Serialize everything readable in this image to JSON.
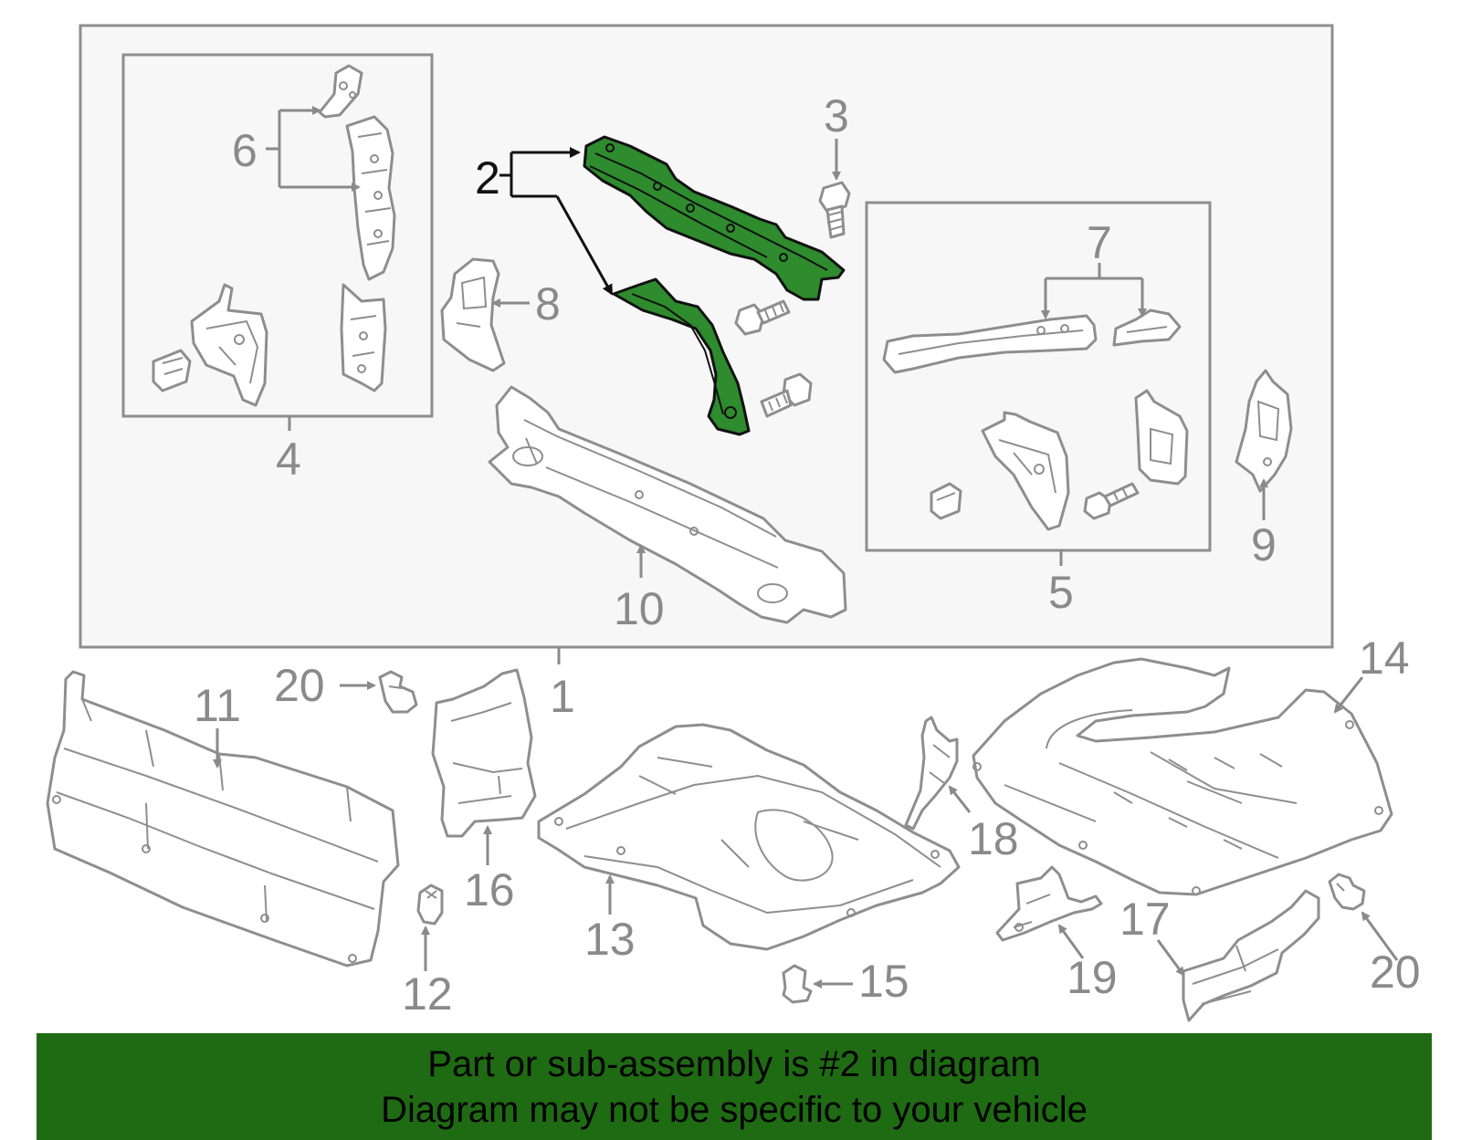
{
  "colors": {
    "highlight_fill": "#2e8b2e",
    "banner_background": "#1f6b13",
    "line_gray": "#8e8e8e",
    "panel_background": "#f7f7f7"
  },
  "callouts": {
    "c1": "1",
    "c2": "2",
    "c3": "3",
    "c4": "4",
    "c5": "5",
    "c6": "6",
    "c7": "7",
    "c8": "8",
    "c9": "9",
    "c10": "10",
    "c11": "11",
    "c12": "12",
    "c13": "13",
    "c14": "14",
    "c15": "15",
    "c16": "16",
    "c17": "17",
    "c18": "18",
    "c19": "19",
    "c20_left": "20",
    "c20_right": "20"
  },
  "highlighted_part": "2",
  "banner": {
    "line1": "Part or sub-assembly is #2 in diagram",
    "line2": "Diagram may not be specific to your vehicle"
  }
}
